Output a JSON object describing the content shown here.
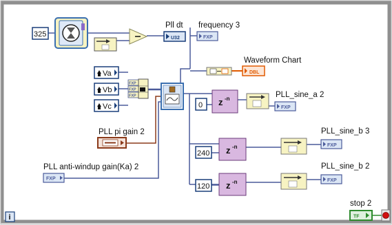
{
  "diagram": {
    "labels": {
      "pll_dt": "Pll dt",
      "frequency": "frequency 3",
      "waveform_chart": "Waveform Chart",
      "pll_pi_gain": "PLL pi gain 2",
      "pll_antiwindup": "PLL anti-windup gain(Ka) 2",
      "pll_sine_a": "PLL_sine_a 2",
      "pll_sine_b3": "PLL_sine_b 3",
      "pll_sine_b2": "PLL_sine_b 2",
      "stop": "stop 2"
    },
    "constants": {
      "c325": "325",
      "c0": "0",
      "c240": "240",
      "c120": "120"
    },
    "terminal_types": {
      "u32": "U32",
      "fxp": "FXP",
      "dbl": "DBL",
      "tf": "TF"
    },
    "controls": {
      "va": "Va",
      "vb": "Vb",
      "vc": "Vc"
    },
    "loop_index": "i",
    "colors": {
      "loop_border": "#8f8f8f",
      "fxp_wire": "#4a5a9a",
      "bool_green": "#2e8b2e",
      "dbl_orange": "#e05a00",
      "cluster_brown": "#8b3a1a",
      "node_yellow": "#f7f3c2",
      "delay_purple": "#d9b8e0",
      "subvi_blue": "#3a6fb0",
      "stop_red": "#d01010"
    }
  }
}
